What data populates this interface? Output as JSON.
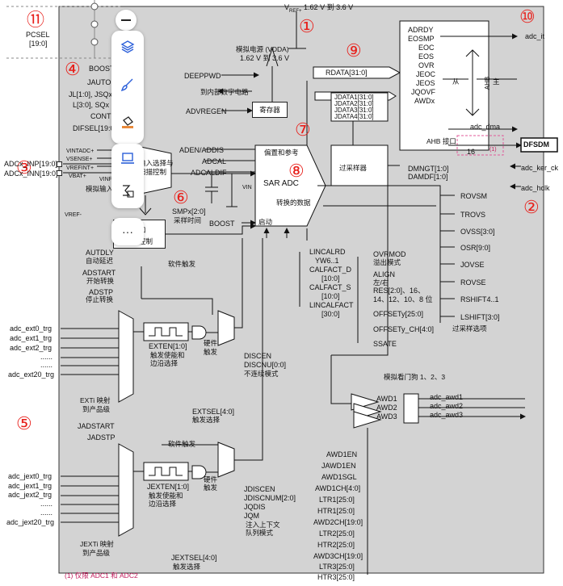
{
  "vref": {
    "label": "V",
    "sub": "REF+",
    "range": "1.62 V 到 3.6 V"
  },
  "pcsel": {
    "label": "PCSEL",
    "bits": "[19:0]"
  },
  "numbers": [
    "⑪",
    "①",
    "④",
    "⑨",
    "⑩",
    "③",
    "⑦",
    "⑧",
    "⑥",
    "②",
    "⑤"
  ],
  "analog_supply": {
    "line1": "模拟电源 (VDDA)",
    "line2": "1.62 V 到 3.6 V"
  },
  "left_controls": [
    "BOOST",
    "JAUTO",
    "JL[1:0], JSQx",
    "L[3:0], SQx",
    "CONT",
    "DIFSEL[19:0]"
  ],
  "vinputs": [
    "VINTADC+",
    "VSENSE+",
    "VREFINT+",
    "VBAT+",
    "VINP[19:0]"
  ],
  "adc_inputs": [
    "ADCx_INP[19:0]",
    "ADCx_INN[19:0]"
  ],
  "analog_input_label": "模拟输入",
  "vref_minus": "VREF-",
  "input_select": {
    "line1": "输入选择与",
    "line2": "扫描控制"
  },
  "smp": {
    "label": "SMPx[2:0]",
    "cn": "采样时间"
  },
  "start_ctrl": {
    "line1": "和",
    "line2": "控制"
  },
  "deeppwd": "DEEPPWD",
  "to_digital": "到内部数字电路",
  "advregen": "ADVREGEN",
  "register_block": "寄存器",
  "aden": [
    "ADEN/ADDIS",
    "ADCAL",
    "ADCALDIF"
  ],
  "sar": {
    "top": "偏置和参考",
    "title": "SAR ADC",
    "cn": "转换的数据",
    "vin": "VIN",
    "start": "启动"
  },
  "boost2": "BOOST",
  "autdly": {
    "label": "AUTDLY",
    "cn": "自动延迟"
  },
  "adstart": {
    "label": "ADSTART",
    "cn": "开始转换"
  },
  "adstp": {
    "label": "ADSTP",
    "cn": "停止转换"
  },
  "sw_trigger": "软件触发",
  "regular_ext": [
    "adc_ext0_trg",
    "adc_ext1_trg",
    "adc_ext2_trg",
    "......",
    "......",
    "adc_ext20_trg"
  ],
  "exten": {
    "label": "EXTEN[1:0]",
    "cn1": "触发使能和",
    "cn2": "边沿选择"
  },
  "hw_trigger": {
    "line1": "硬件",
    "line2": "触发"
  },
  "discen": [
    "DISCEN",
    "DISCNU[0:0]"
  ],
  "discont_cn": "不连续模式",
  "exti_map": {
    "line1": "EXTi 映射",
    "line2": "到产品级"
  },
  "extsel": {
    "label": "EXTSEL[4:0]",
    "cn": "触发选择"
  },
  "jadstart": "JADSTART",
  "jadstp": "JADSTP",
  "injected_ext": [
    "adc_jext0_trg",
    "adc_jext1_trg",
    "adc_jext2_trg",
    "......",
    "......",
    "adc_jext20_trg"
  ],
  "jexten": {
    "label": "JEXTEN[1:0]",
    "cn1": "触发使能和",
    "cn2": "边沿选择"
  },
  "jdiscen": [
    "JDISCEN",
    "JDISCNUM[2:0]",
    "JQDIS",
    "JQM"
  ],
  "jqm_cn": {
    "line1": "注入上下文",
    "line2": "队列模式"
  },
  "jexti_map": {
    "line1": "JEXTi 映射",
    "line2": "到产品级"
  },
  "jextsel": {
    "label": "JEXTSEL[4:0]",
    "cn": "触发选择"
  },
  "footnote": "(1) 仅限 ADC1 和 ADC2",
  "rdata": "RDATA[31:0]",
  "jdata": [
    "JDATA1[31:0]",
    "JDATA2[31:0]",
    "JDATA3[31:0]",
    "JDATA4[31:0]"
  ],
  "oversampler": "过采样器",
  "ahb_flags": [
    "ADRDY",
    "EOSMP",
    "EOC",
    "EOS",
    "OVR",
    "JEOC",
    "JEOS",
    "JQOVF",
    "AWDx"
  ],
  "ahb": {
    "bus": "AHB",
    "if": "AHB 接口",
    "slave": "从",
    "master": "主"
  },
  "adc_it": "adc_it",
  "adc_dma": "adc_dma",
  "dfsdm": {
    "label": "DFSDM",
    "bits": "16",
    "note": "(1)"
  },
  "dmngt": [
    "DMNGT[1:0]",
    "DAMDF[1:0]"
  ],
  "adc_ker_ck": "adc_ker_ck",
  "adc_hclk": "adc_hclk",
  "ovs_regs": [
    "ROVSM",
    "TROVS",
    "OVSS[3:0]",
    "OSR[9:0]",
    "JOVSE",
    "ROVSE",
    "RSHIFT4..1",
    "LSHIFT[3:0]"
  ],
  "ovs_cn": "过采样选项",
  "calib_regs": [
    "LINCALRD",
    "YW6..1",
    "CALFACT_D",
    "[10:0]",
    "CALFACT_S",
    "[10:0]",
    "LINCALFACT",
    "[30:0]"
  ],
  "right_mid_regs": [
    "OVRMOD",
    "ALIGN",
    "RES[2:0]、16、",
    "14、12、10、8 位",
    "OFFSETy[25:0]",
    "OFFSETy_CH[4:0]",
    "SSATE"
  ],
  "ovrmod_cn": "溢出模式",
  "align_cn": "左/右",
  "watchdog": {
    "title": "模拟看门狗 1、2、3",
    "outs": [
      "AWD1",
      "AWD2",
      "AWD3"
    ],
    "sigs": [
      "adc_awd1",
      "adc_awd2",
      "adc_awd3"
    ]
  },
  "awd_regs": [
    "AWD1EN",
    "JAWD1EN",
    "AWD1SGL",
    "AWD1CH[4:0]",
    "LTR1[25:0]",
    "HTR1[25:0]",
    "AWD2CH[19:0]",
    "LTR2[25:0]",
    "HTR2[25:0]",
    "AWD3CH[19:0]",
    "LTR3[25:0]",
    "HTR3[25:0]"
  ],
  "toolbar": [
    "minus-icon",
    "layers-icon",
    "brush-icon",
    "paint-bucket-icon",
    "laptop-icon",
    "sigma-doc-icon",
    "more-icon"
  ]
}
